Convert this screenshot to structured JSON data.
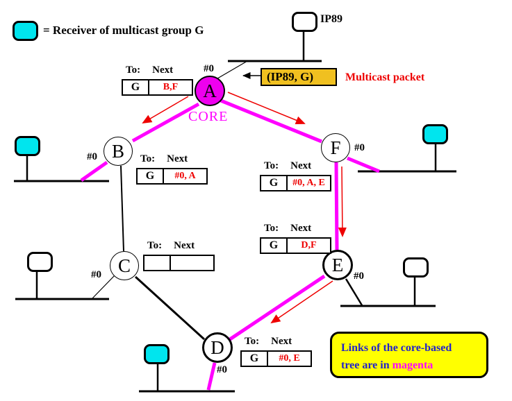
{
  "legend": {
    "label": "= Receiver of multicast group G"
  },
  "source": {
    "host_label": "IP89",
    "packet_label": "(IP89, G)",
    "packet_caption": "Multicast packet"
  },
  "core": {
    "label": "CORE"
  },
  "nodes": {
    "a": {
      "label": "A",
      "port": "#0"
    },
    "b": {
      "label": "B",
      "port": "#0"
    },
    "c": {
      "label": "C",
      "port": "#0"
    },
    "d": {
      "label": "D",
      "port": "#0"
    },
    "e": {
      "label": "E",
      "port": "#0"
    },
    "f": {
      "label": "F",
      "port": "#0"
    }
  },
  "tables": {
    "to_label": "To:",
    "next_label": "Next",
    "entries": {
      "a": {
        "to": "G",
        "next": "B,F"
      },
      "b": {
        "to": "G",
        "next": "#0, A"
      },
      "c": {
        "to": "",
        "next": ""
      },
      "d": {
        "to": "G",
        "next": "#0, E"
      },
      "e": {
        "to": "G",
        "next": "D,F"
      },
      "f": {
        "to": "G",
        "next": "#0, A, E"
      }
    }
  },
  "note": {
    "line1": "Links of the core-based",
    "line2_prefix": "tree are in ",
    "line2_highlight": "magenta"
  },
  "colors": {
    "magenta": "#FF00FF",
    "core_fill": "#EE00EE",
    "receiver_cyan": "#00E5EE",
    "packet_fill": "#F0C020",
    "red": "#EE0000",
    "note_fill": "#FFFF00",
    "note_text": "#2222CC"
  }
}
